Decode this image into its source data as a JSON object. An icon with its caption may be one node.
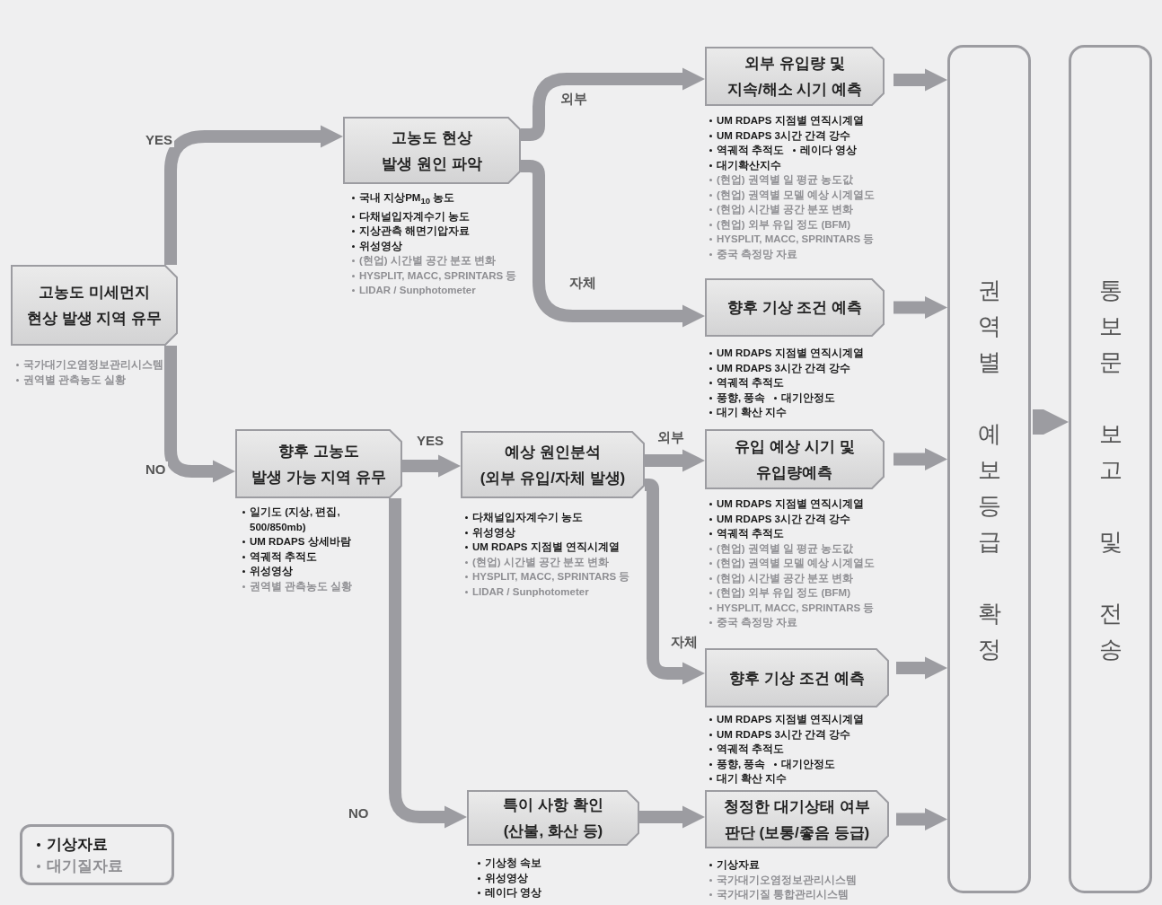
{
  "diagram": {
    "nodes": [
      {
        "text": [
          "고농도 미세먼지 현상 발생 지역 유무"
        ],
        "beside": [
          "국가대기오염정보관리시스템",
          "권역별 관측농도 실황"
        ]
      },
      {
        "text": [
          "고농도 현상 발생 원인 파악"
        ],
        "beside": [
          "국내 지상PM$_{10}$ 농도",
          "다채널입자계수기 농도",
          "지상관측 해면기압자료",
          "위성영상",
          "(현업) 시간별 공간 분포 변화",
          "HYSPLIT, MACC, SPRINTARS 등",
          "LIDAR / Sunphotometer"
        ]
      },
      {
        "text": [
          "향후 고농도 발생 가능 지역 유무"
        ],
        "beside": [
          "일기도 (지상, 편집, 500/850mb)",
          "UM RDAPS 상세바람",
          "역궤적 추적도",
          "위성영상",
          "권역별 관측농도 실황"
        ]
      },
      {
        "text": [
          "외부 유입량 및 지속/해소 시기 예측"
        ],
        "beside": [
          "UM RDAPS 지점별 연직시계열",
          "UM RDAPS 3시간 간격 강수",
          "역궤적 추적도",
          "레이다 영상",
          "대기확산지수",
          "(현업) 권역별 일 평균 농도값",
          "(현업) 권역별 모델 예상 시계열도",
          "(현업) 시간별 공간 분포 변화",
          "(현업) 외부 유입 정도 (BFM)",
          "HYSPLIT, MACC, SPRINTARS 등",
          "중국 측정망 자료"
        ]
      },
      {
        "text": [
          "향후 기상 조건 예측"
        ],
        "beside": [
          "UM RDAPS 지점별 연직시계열",
          "UM RDAPS 3시간 간격 강수",
          "역궤적 추적도",
          "풍향, 풍속",
          "대기안정도",
          "대기 확산 지수"
        ]
      },
      {
        "text": [
          "예상 원인분석 (외부 유입/자체 발생)"
        ],
        "beside": [
          "다채널입자계수기 농도",
          "위성영상",
          "UM RDAPS 지점별 연직시계열",
          "(현업) 시간별 공간 분포 변화",
          "HYSPLIT, MACC, SPRINTARS 등",
          "LIDAR / Sunphotometer"
        ]
      },
      {
        "text": [
          "유입 예상 시기 및 유입량예측"
        ],
        "beside": [
          "UM RDAPS 지점별 연직시계열",
          "UM RDAPS 3시간 간격 강수",
          "역궤적 추적도",
          "(현업) 권역별 일 평균 농도값",
          "(현업) 권역별 모델 예상 시계열도",
          "(현업) 시간별 공간 분포 변화",
          "(현업) 외부 유입 정도 (BFM)",
          "HYSPLIT, MACC, SPRINTARS 등",
          "중국 측정망 자료"
        ]
      },
      {
        "text": [
          "향후 기상 조건 예측"
        ],
        "beside": [
          "UM RDAPS 지점별 연직시계열",
          "UM RDAPS 3시간 간격 강수",
          "역궤적 추적도",
          "풍향, 풍속",
          "대기안정도",
          "대기 확산 지수"
        ]
      },
      {
        "text": [
          "특이 사항 확인 (산불, 화산 등)"
        ],
        "beside": [
          "기상청 속보",
          "위성영상",
          "레이다 영상"
        ]
      },
      {
        "text": [
          "청정한 대기상태 여부 판단 (보통/좋음 등급)"
        ],
        "beside": [
          "기상자료",
          "국가대기오염정보관리시스템",
          "국가대기질 통합관리시스템"
        ]
      },
      {
        "text": [
          "권역별 예보등급 확정"
        ]
      },
      {
        "text": [
          "통보문 보고 및 전송"
        ]
      }
    ],
    "edges": [
      {
        "from": 0,
        "to": 1,
        "arrow": "to",
        "label": "YES"
      },
      {
        "from": 0,
        "to": 2,
        "arrow": "to",
        "label": "NO"
      },
      {
        "from": 1,
        "to": 3,
        "arrow": "to",
        "label": "외부"
      },
      {
        "from": 1,
        "to": 4,
        "arrow": "to",
        "label": "자체"
      },
      {
        "from": 2,
        "to": 5,
        "arrow": "to",
        "label": "YES"
      },
      {
        "from": 2,
        "to": 8,
        "arrow": "to",
        "label": "NO"
      },
      {
        "from": 5,
        "to": 6,
        "arrow": "to",
        "label": "외부"
      },
      {
        "from": 5,
        "to": 7,
        "arrow": "to",
        "label": "자체"
      },
      {
        "from": 8,
        "to": 9,
        "arrow": "to"
      },
      {
        "from": 3,
        "to": 10,
        "arrow": "to"
      },
      {
        "from": 4,
        "to": 10,
        "arrow": "to"
      },
      {
        "from": 6,
        "to": 10,
        "arrow": "to"
      },
      {
        "from": 7,
        "to": 10,
        "arrow": "to"
      },
      {
        "from": 9,
        "to": 10,
        "arrow": "to"
      },
      {
        "from": 10,
        "to": 11,
        "arrow": "to",
        "style": "thick"
      }
    ],
    "legend": [
      {
        "text": "기상자료",
        "color": "#1a1a1a"
      },
      {
        "text": "대기질자료",
        "color": "#8f8f93"
      }
    ]
  }
}
